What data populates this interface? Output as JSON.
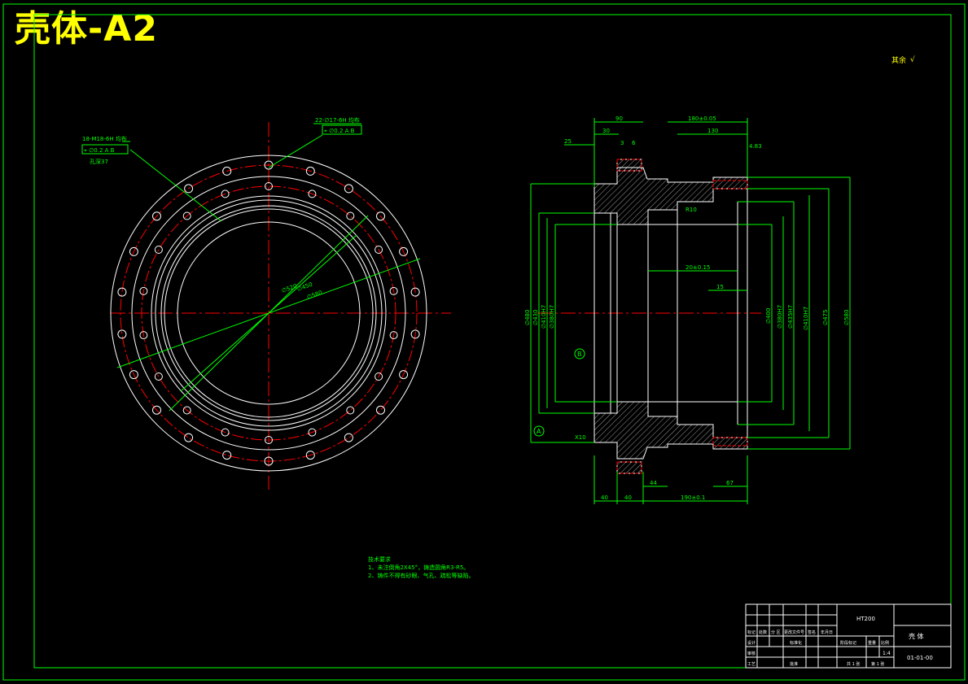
{
  "sheet": {
    "title": "壳体-A2",
    "surface_note": "其余",
    "tech_req": {
      "heading": "技术要求",
      "line1": "1、未注倒角2X45°，铸造圆角R3-R5。",
      "line2": "2、铸件不得有砂眼、气孔、疏松等缺陷。"
    }
  },
  "left_view": {
    "callout_holes_a": "18-M18-6H 均布",
    "callout_holes_a_frame": "⌖ ∅0.2 A B",
    "callout_holes_a_depth": "孔深37",
    "callout_holes_b": "22-∅17-6H 均布",
    "callout_holes_b_frame": "⌖ ∅0.2 A B",
    "dia_1": "∅520",
    "dia_2": "∅450",
    "dia_3": "∅580"
  },
  "right_view": {
    "dims_top": {
      "d90": "90",
      "d30": "30",
      "d180": "180±0.05",
      "d130": "130",
      "d25": "25",
      "d4x83": "4.83",
      "d3": "3",
      "d6": "6"
    },
    "dims_mid": {
      "d20": "20±0.15",
      "d15": "15",
      "r10": "R10"
    },
    "dims_bottom": {
      "d40a": "40",
      "d40b": "40",
      "d44": "44",
      "d190": "190±0.1",
      "d67": "67",
      "x10": "X10"
    },
    "datum_a": "A",
    "datum_b": "B",
    "dias_left": [
      "∅480",
      "∅430",
      "∅410H7",
      "∅380H7"
    ],
    "dias_right": [
      "∅400",
      "∅380H7",
      "∅435H7",
      "∅410H7",
      "∅475",
      "∅580"
    ]
  },
  "title_block": {
    "material": "HT200",
    "part_name": "壳  体",
    "drawing_no": "01-01-00",
    "scale": "1:4",
    "sheet_total": "共 1 张",
    "sheet_no": "第 1 张",
    "row_labels": [
      "标记",
      "设计",
      "审核",
      "工艺"
    ],
    "col_labels": [
      "处数",
      "分 区",
      "更改文件号",
      "签名",
      "年月日"
    ],
    "std_label": "标准化",
    "approve_label": "批准",
    "stage_label": "阶段标记",
    "weight_label": "重量",
    "scale_label": "比例"
  }
}
